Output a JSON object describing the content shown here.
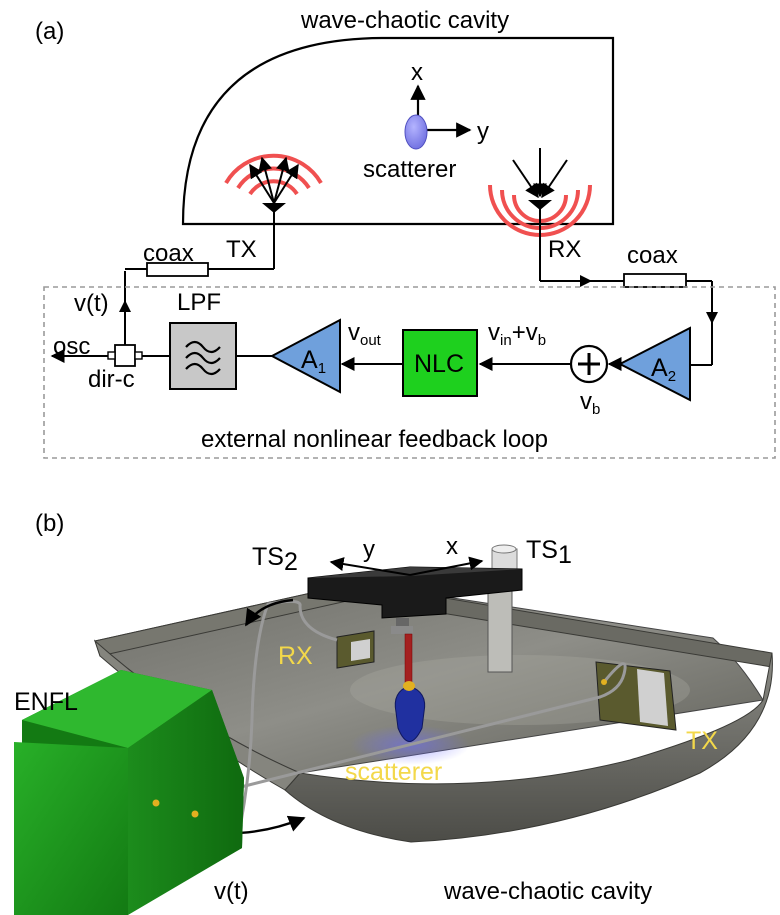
{
  "panel_a": {
    "panel_label": "(a)",
    "title": "wave-chaotic cavity",
    "axis_x": "x",
    "axis_y": "y",
    "scatterer": "scatterer",
    "tx": "TX",
    "rx": "RX",
    "coax_left": "coax",
    "coax_right": "coax",
    "vt": "v(t)",
    "lpf": "LPF",
    "osc": "osc",
    "dirc": "dir-c",
    "a1_base": "A",
    "a1_sub": "1",
    "a2_base": "A",
    "a2_sub": "2",
    "vout_base": "v",
    "vout_sub": "out",
    "nlc": "NLC",
    "vin_base": "v",
    "vin_sub": "in",
    "plus_vb_base": "+v",
    "plus_vb_sub": "b",
    "vb_base": "v",
    "vb_sub": "b",
    "loop_label": "external nonlinear feedback loop",
    "colors": {
      "amplifier": "#6fa0dc",
      "nlc": "#1ed01e",
      "lpf": "#c8c8c8",
      "antenna_waves": "#f05050",
      "scatterer": "#8e8ef0",
      "dashed_box": "#9a9a9a"
    }
  },
  "panel_b": {
    "panel_label": "(b)",
    "ts2_base": "TS",
    "ts2_sub": "2",
    "ts1_base": "TS",
    "ts1_sub": "1",
    "axis_y": "y",
    "axis_x": "x",
    "rx": "RX",
    "tx": "TX",
    "enfl": "ENFL",
    "scatterer": "scatterer",
    "vt": "v(t)",
    "cavity": "wave-chaotic cavity",
    "colors": {
      "enfl_box": "#1a9a1a",
      "cavity_wall": "#5e5e58",
      "label_yellow": "#f3d84a",
      "scatterer_tip": "#2030a0",
      "stage": "#1a1a1a"
    }
  }
}
